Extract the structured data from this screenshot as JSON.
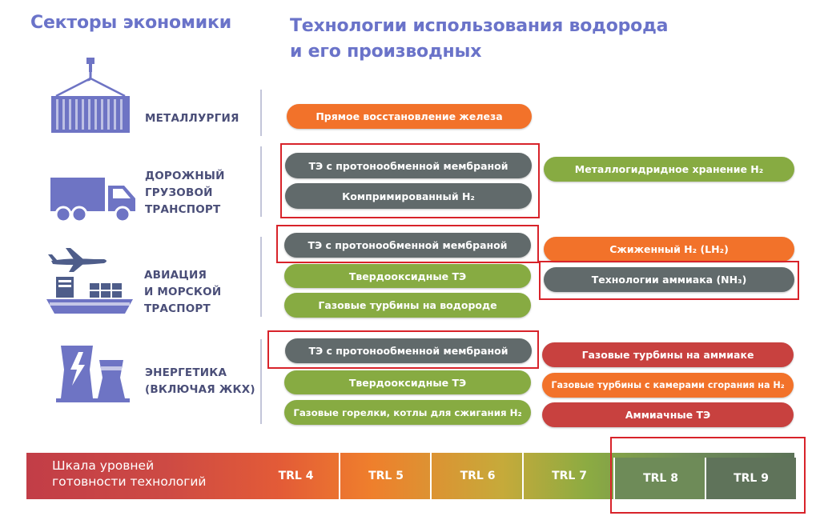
{
  "headers": {
    "sectors": "Секторы экономики",
    "technologies_line1": "Технологии использования водорода",
    "technologies_line2": "и его производных"
  },
  "sectors": [
    {
      "icon": "container-crane-icon",
      "label": "МЕТАЛЛУРГИЯ"
    },
    {
      "icon": "truck-icon",
      "label_lines": [
        "ДОРОЖНЫЙ",
        "ГРУЗОВОЙ",
        "ТРАНСПОРТ"
      ]
    },
    {
      "icon": "plane-ship-icon",
      "label_lines": [
        "АВИАЦИЯ",
        "И МОРСКОЙ",
        "ТРАСПОРТ"
      ]
    },
    {
      "icon": "power-plant-icon",
      "label_lines": [
        "ЭНЕРГЕТИКА",
        "(ВКЛЮЧАЯ ЖКХ)"
      ]
    }
  ],
  "technologies": {
    "metallurgy": [
      "Прямое восстановление железа"
    ],
    "road_left": [
      "ТЭ с протонообменной мембраной",
      "Компримированный H₂"
    ],
    "road_right": [
      "Металлогидридное хранение H₂"
    ],
    "aviation_left": [
      "ТЭ с протонообменной мембраной",
      "Твердооксидные ТЭ",
      "Газовые турбины на водороде"
    ],
    "aviation_right": [
      "Сжиженный H₂ (LH₂)",
      "Технологии аммиака (NH₃)"
    ],
    "energy_left": [
      "ТЭ с протонообменной мембраной",
      "Твердооксидные ТЭ",
      "Газовые горелки, котлы для сжигания H₂"
    ],
    "energy_right": [
      "Газовые турбины на аммиаке",
      "Газовые турбины с камерами сгорания на H₂",
      "Аммиачные ТЭ"
    ]
  },
  "trl_scale": {
    "label_line1": "Шкала уровней",
    "label_line2": "готовности технологий",
    "levels": [
      "TRL 4",
      "TRL 5",
      "TRL 6",
      "TRL 7",
      "TRL 8",
      "TRL 9"
    ]
  },
  "colors": {
    "orange": "#f2722a",
    "gray": "#616a6b",
    "green": "#87ab42",
    "red": "#c8413f",
    "highlight": "#d8232a",
    "header": "#6a73c9",
    "icon": "#6e74c4"
  }
}
